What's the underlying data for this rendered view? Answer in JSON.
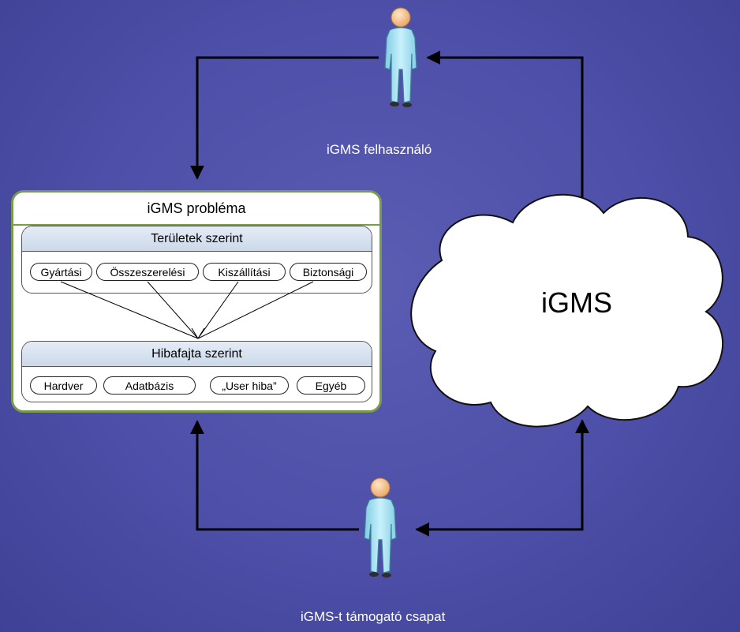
{
  "user_label": "iGMS felhasználó",
  "team_label": "iGMS-t támogató csapat",
  "cloud_label": "iGMS",
  "problem": {
    "title": "iGMS probléma",
    "areas": {
      "title": "Területek szerint",
      "items": [
        "Gyártási",
        "Összeszerelési",
        "Kiszállítási",
        "Biztonsági"
      ]
    },
    "fault_types": {
      "title": "Hibafajta szerint",
      "items": [
        "Hardver",
        "Adatbázis",
        "„User hiba”",
        "Egyéb"
      ]
    }
  },
  "colors": {
    "background": "#4d4fa8",
    "box_border": "#7a9c4a",
    "header_fill": "#d6e1ef",
    "person": "#a8e2f2"
  }
}
